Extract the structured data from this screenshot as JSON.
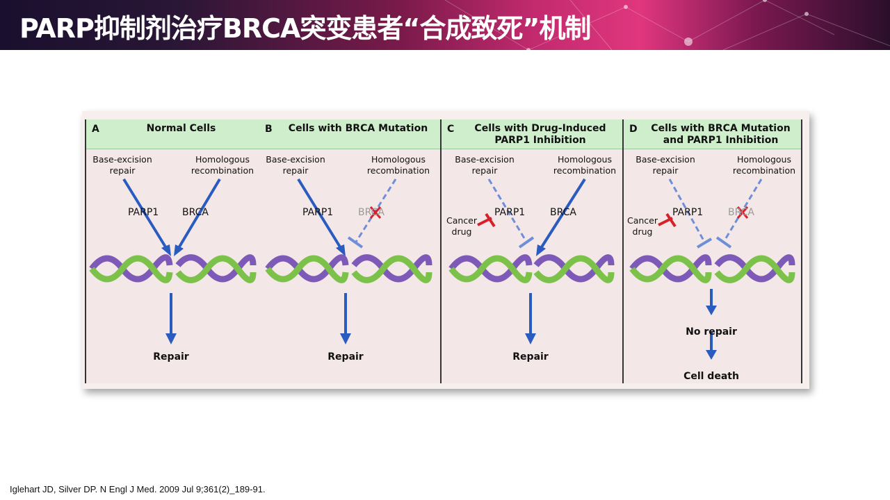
{
  "slide": {
    "title": "PARP抑制剂治疗BRCA突变患者“合成致死”机制",
    "citation": "Iglehart JD, Silver DP. N Engl J Med. 2009 Jul 9;361(2)_189-91."
  },
  "colors": {
    "header_accent": "#e0367e",
    "panel_header_bg": "#cfeecb",
    "arrow_blue": "#2a5bbf",
    "inhibit_red": "#d8202a"
  },
  "panels": [
    {
      "letter": "A",
      "title_line1": "Normal Cells",
      "title_line2": "",
      "ber_line1": "Base-excision",
      "ber_line2": "repair",
      "hr_line1": "Homologous",
      "hr_line2": "recombination",
      "parp": "PARP1",
      "brca": "BRCA",
      "outcome1": "Repair",
      "outcome2": ""
    },
    {
      "letter": "B",
      "title_line1": "Cells with BRCA Mutation",
      "title_line2": "",
      "ber_line1": "Base-excision",
      "ber_line2": "repair",
      "hr_line1": "Homologous",
      "hr_line2": "recombination",
      "parp": "PARP1",
      "brca": "BRCA",
      "outcome1": "Repair",
      "outcome2": ""
    },
    {
      "letter": "C",
      "title_line1": "Cells with Drug-Induced",
      "title_line2": "PARP1 Inhibition",
      "ber_line1": "Base-excision",
      "ber_line2": "repair",
      "hr_line1": "Homologous",
      "hr_line2": "recombination",
      "parp": "PARP1",
      "brca": "BRCA",
      "drug_line1": "Cancer",
      "drug_line2": "drug",
      "outcome1": "Repair",
      "outcome2": ""
    },
    {
      "letter": "D",
      "title_line1": "Cells with BRCA Mutation",
      "title_line2": "and PARP1 Inhibition",
      "ber_line1": "Base-excision",
      "ber_line2": "repair",
      "hr_line1": "Homologous",
      "hr_line2": "recombination",
      "parp": "PARP1",
      "brca": "BRCA",
      "drug_line1": "Cancer",
      "drug_line2": "drug",
      "outcome1": "No repair",
      "outcome2": "Cell death"
    }
  ]
}
